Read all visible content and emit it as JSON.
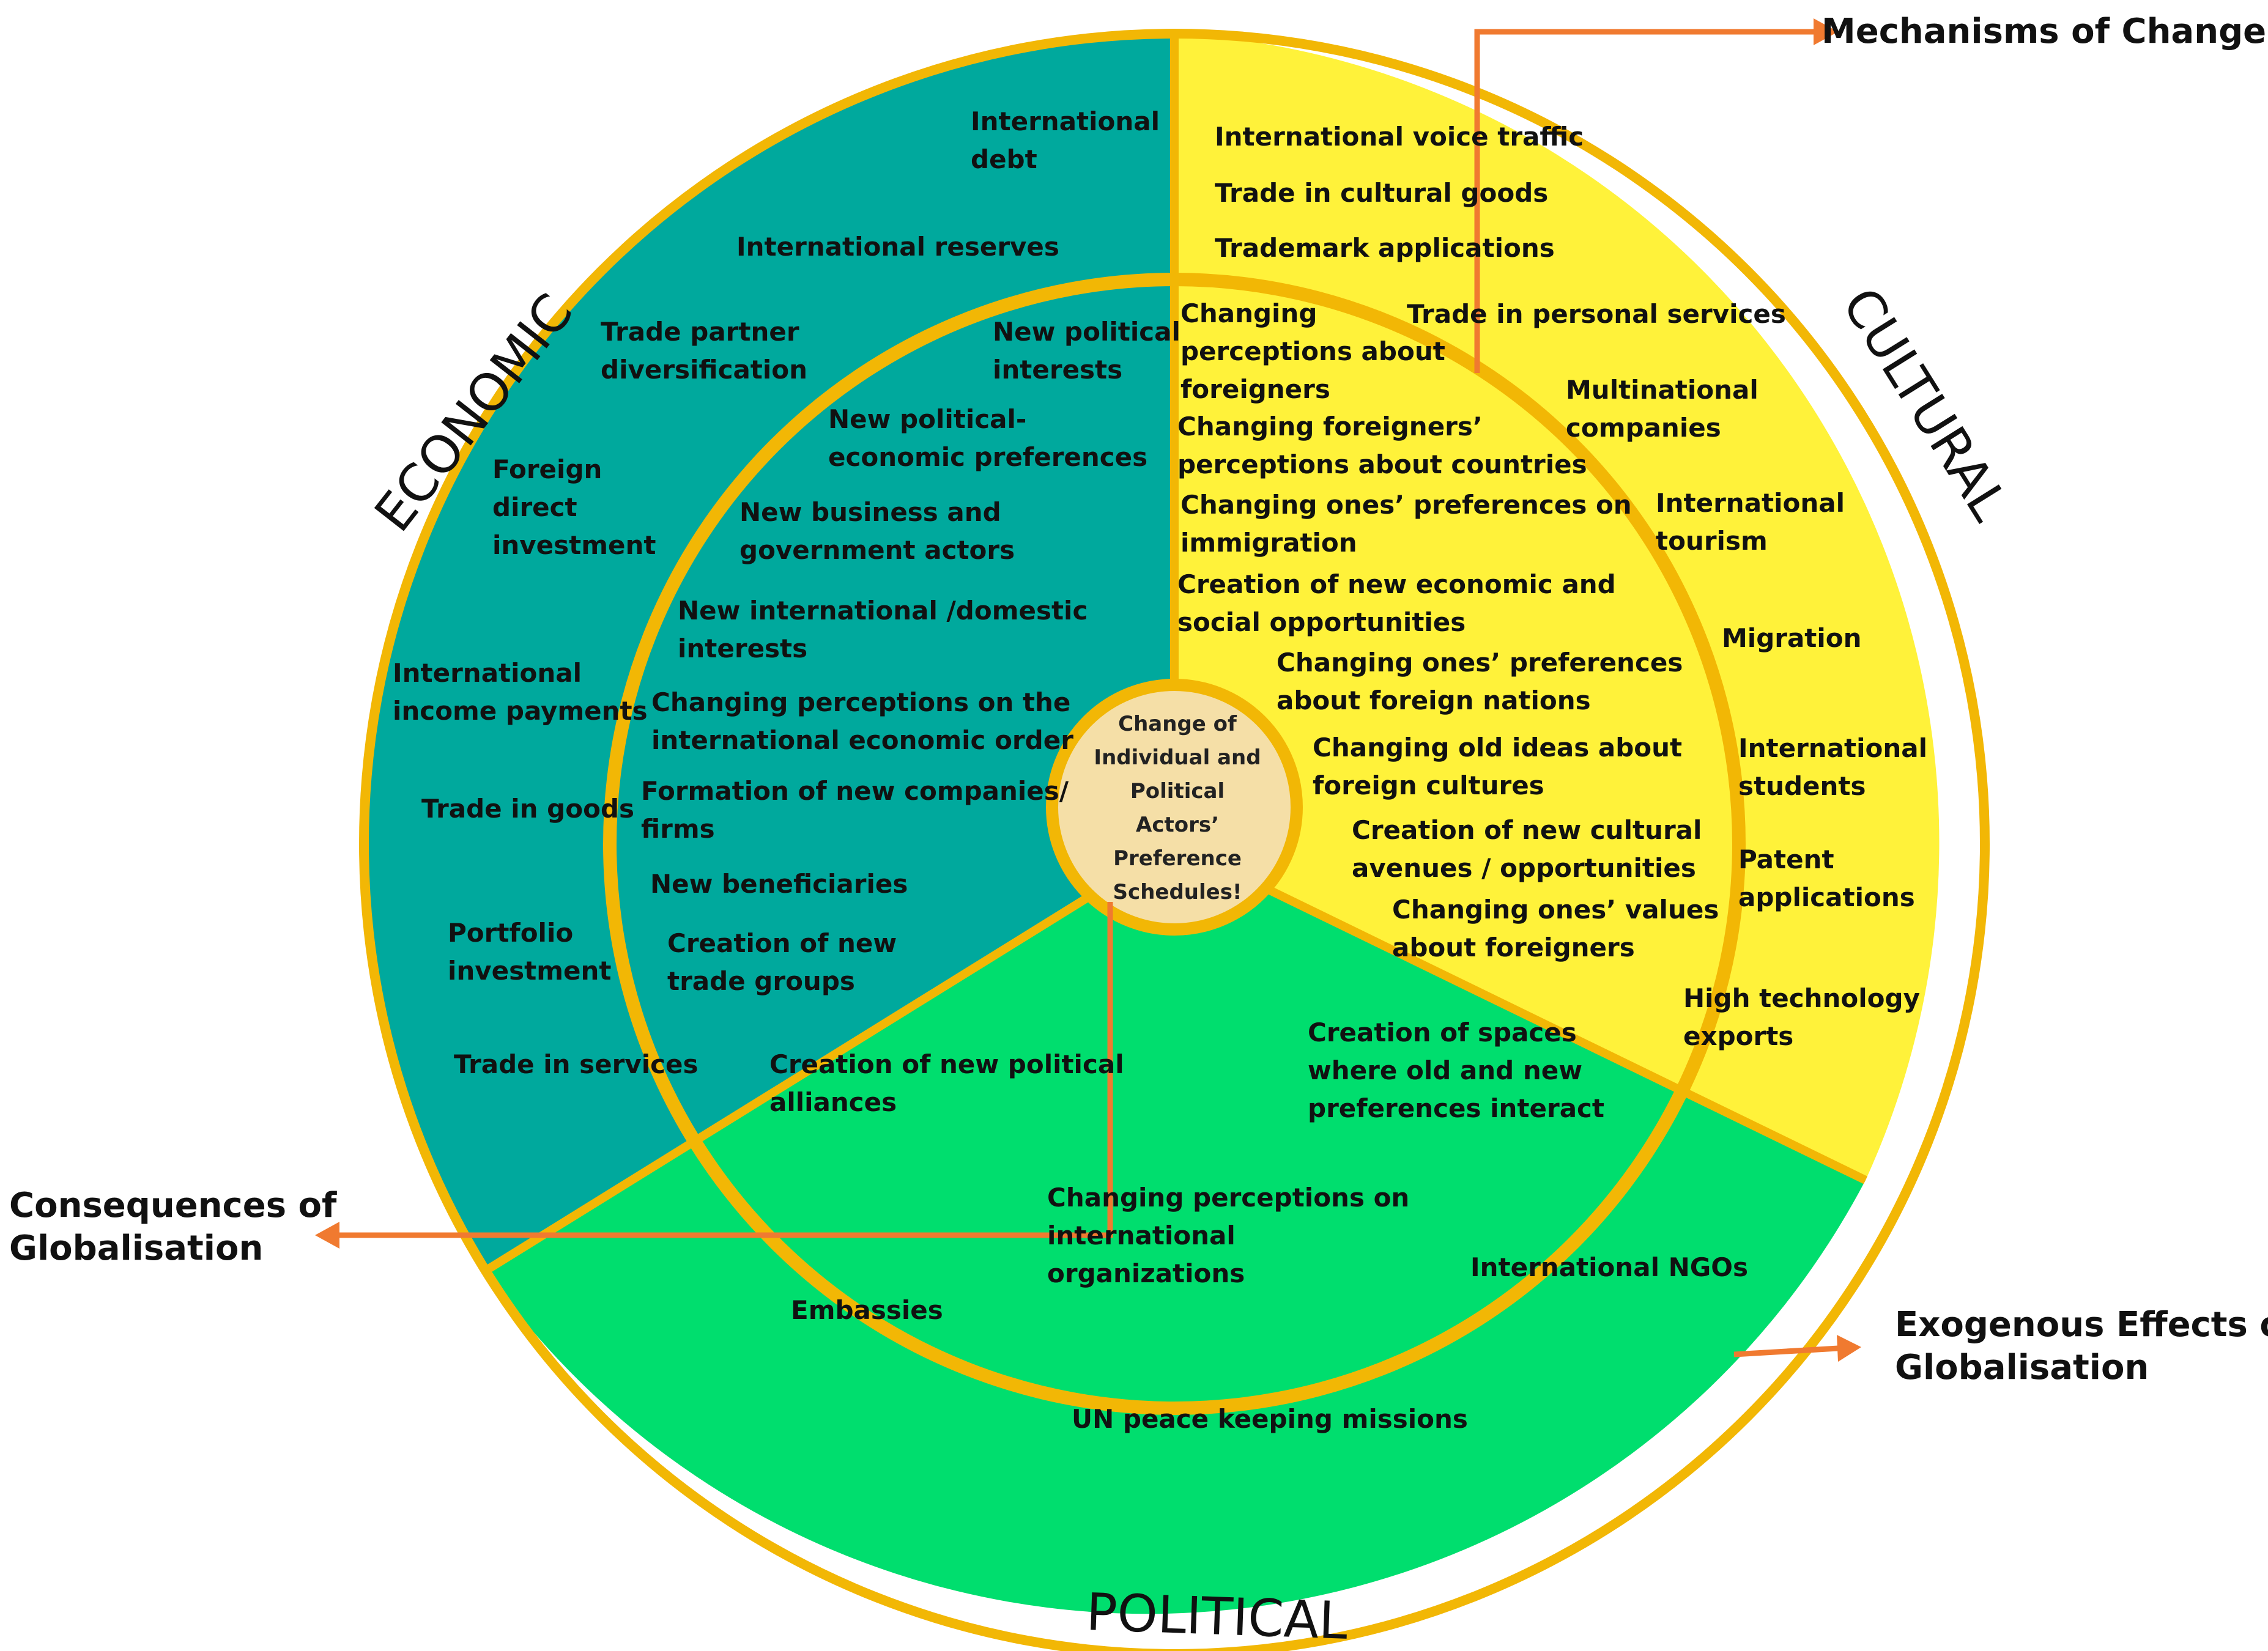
{
  "sector_titles": {
    "economic": "ECONOMIC",
    "cultural": "CULTURAL",
    "political": "POLITICAL"
  },
  "center": {
    "lines": [
      "Change of",
      "Individual and",
      "Political",
      "Actors’",
      "Preference",
      "Schedules!"
    ]
  },
  "callouts": {
    "mechanisms": "Mechanisms of Change",
    "consequences": [
      "Consequences of",
      "Globalisation"
    ],
    "exogenous": [
      "Exogenous Effects of",
      "Globalisation"
    ]
  },
  "economic_outer": [
    [
      "International",
      "debt"
    ],
    [
      "International reserves"
    ],
    [
      "Trade partner",
      "diversification"
    ],
    [
      "Foreign",
      "direct",
      "investment"
    ],
    [
      "International",
      "income payments"
    ],
    [
      "Trade in goods"
    ],
    [
      "Portfolio",
      "investment"
    ],
    [
      "Trade in services"
    ]
  ],
  "economic_inner": [
    [
      "New political",
      "interests"
    ],
    [
      "New political-",
      "economic preferences"
    ],
    [
      "New business and",
      "government actors"
    ],
    [
      "New international /domestic",
      "interests"
    ],
    [
      "Changing perceptions on the",
      "international economic order"
    ],
    [
      "Formation of new companies/",
      "firms"
    ],
    [
      "New beneficiaries"
    ],
    [
      "Creation of new",
      "trade groups"
    ]
  ],
  "cultural_outer": [
    [
      "International voice traffic"
    ],
    [
      "Trade in cultural goods"
    ],
    [
      "Trademark applications"
    ],
    [
      "Trade in personal services"
    ],
    [
      "Multinational",
      "companies"
    ],
    [
      "International",
      "tourism"
    ],
    [
      "Migration"
    ],
    [
      "International",
      "students"
    ],
    [
      "Patent",
      "applications"
    ],
    [
      "High technology",
      "exports"
    ]
  ],
  "cultural_inner": [
    [
      "Changing",
      "perceptions about",
      "foreigners"
    ],
    [
      "Changing foreigners’",
      "perceptions about countries"
    ],
    [
      "Changing ones’ preferences on",
      "immigration"
    ],
    [
      "Creation of new economic and",
      "social opportunities"
    ],
    [
      "Changing ones’ preferences",
      "about foreign nations"
    ],
    [
      "Changing old ideas about",
      "foreign cultures"
    ],
    [
      "Creation of new cultural",
      "avenues / opportunities"
    ],
    [
      "Changing ones’ values",
      "about foreigners"
    ]
  ],
  "political_inner": [
    [
      "Creation of new political",
      "alliances"
    ],
    [
      "Creation of spaces",
      "where old and new",
      "preferences interact"
    ],
    [
      "Changing perceptions on",
      "international",
      "organizations"
    ]
  ],
  "political_outer": [
    [
      "International NGOs"
    ],
    [
      "Embassies"
    ],
    [
      "UN peace keeping missions"
    ]
  ],
  "colors": {
    "economic": "#00A99D",
    "cultural": "#FFF23A",
    "political": "#00DE6E",
    "ring_border": "#F2B705",
    "center_fill": "#F5DFA7",
    "arrow": "#F07A30"
  }
}
